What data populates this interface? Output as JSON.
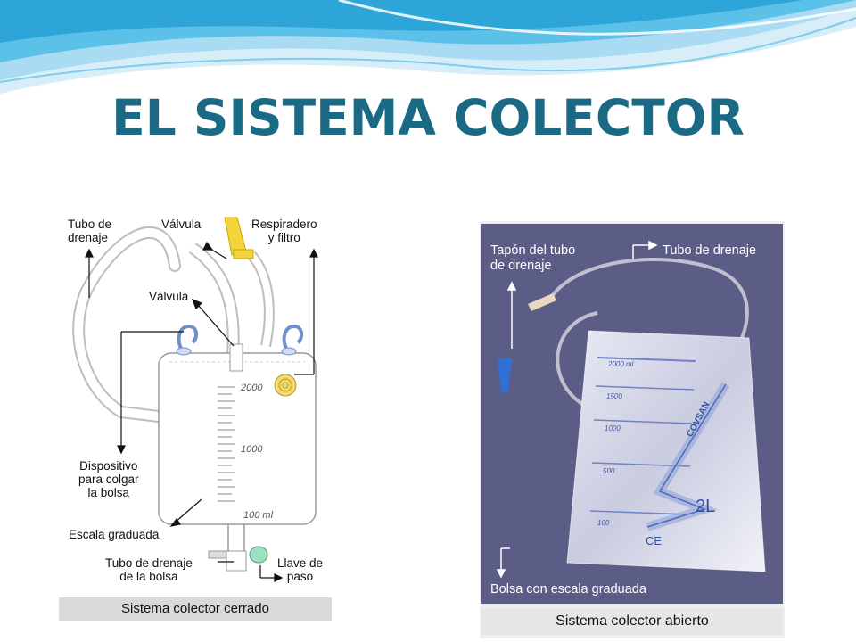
{
  "slide": {
    "title": "EL SISTEMA COLECTOR",
    "title_color": "#1a6a85",
    "accent_color": "#3fb3e0"
  },
  "left_diagram": {
    "caption": "Sistema colector cerrado",
    "labels": {
      "tubo_drenaje": [
        "Tubo de",
        "drenaje"
      ],
      "valvula_top": "Válvula",
      "respiradero": [
        "Respiradero",
        "y filtro"
      ],
      "valvula_mid": "Válvula",
      "dispositivo": [
        "Dispositivo",
        "para colgar",
        "la bolsa"
      ],
      "escala": "Escala graduada",
      "tubo_bolsa": [
        "Tubo de drenaje",
        "de la bolsa"
      ],
      "llave": [
        "Llave de",
        "paso"
      ]
    },
    "scale_marks": [
      "2000",
      "1000",
      "100 ml"
    ],
    "hook_color": "#6f8fc9"
  },
  "right_photo": {
    "caption": "Sistema colector abierto",
    "labels": {
      "tapon": [
        "Tapón del tubo",
        "de drenaje"
      ],
      "tubo": "Tubo de drenaje",
      "bolsa": "Bolsa con escala graduada"
    },
    "bag_marks": [
      "2000 ml",
      "1500",
      "1000",
      "500",
      "100"
    ],
    "brand": "COVSAN",
    "volume": "2L",
    "ce_mark": "CE",
    "background_color": "#5b5d86"
  }
}
